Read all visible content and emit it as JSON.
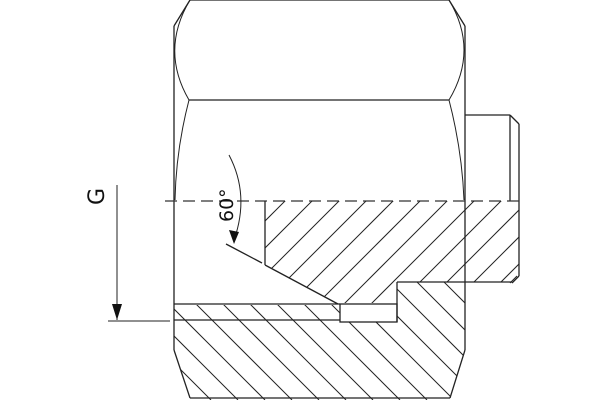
{
  "drawing": {
    "type": "technical section drawing",
    "subject": "hex union nut with 60 degree cone seat (half section)",
    "labels": {
      "thread_dimension": "G",
      "cone_angle": "60°"
    },
    "colors": {
      "line": "#222222",
      "background": "#ffffff"
    }
  }
}
